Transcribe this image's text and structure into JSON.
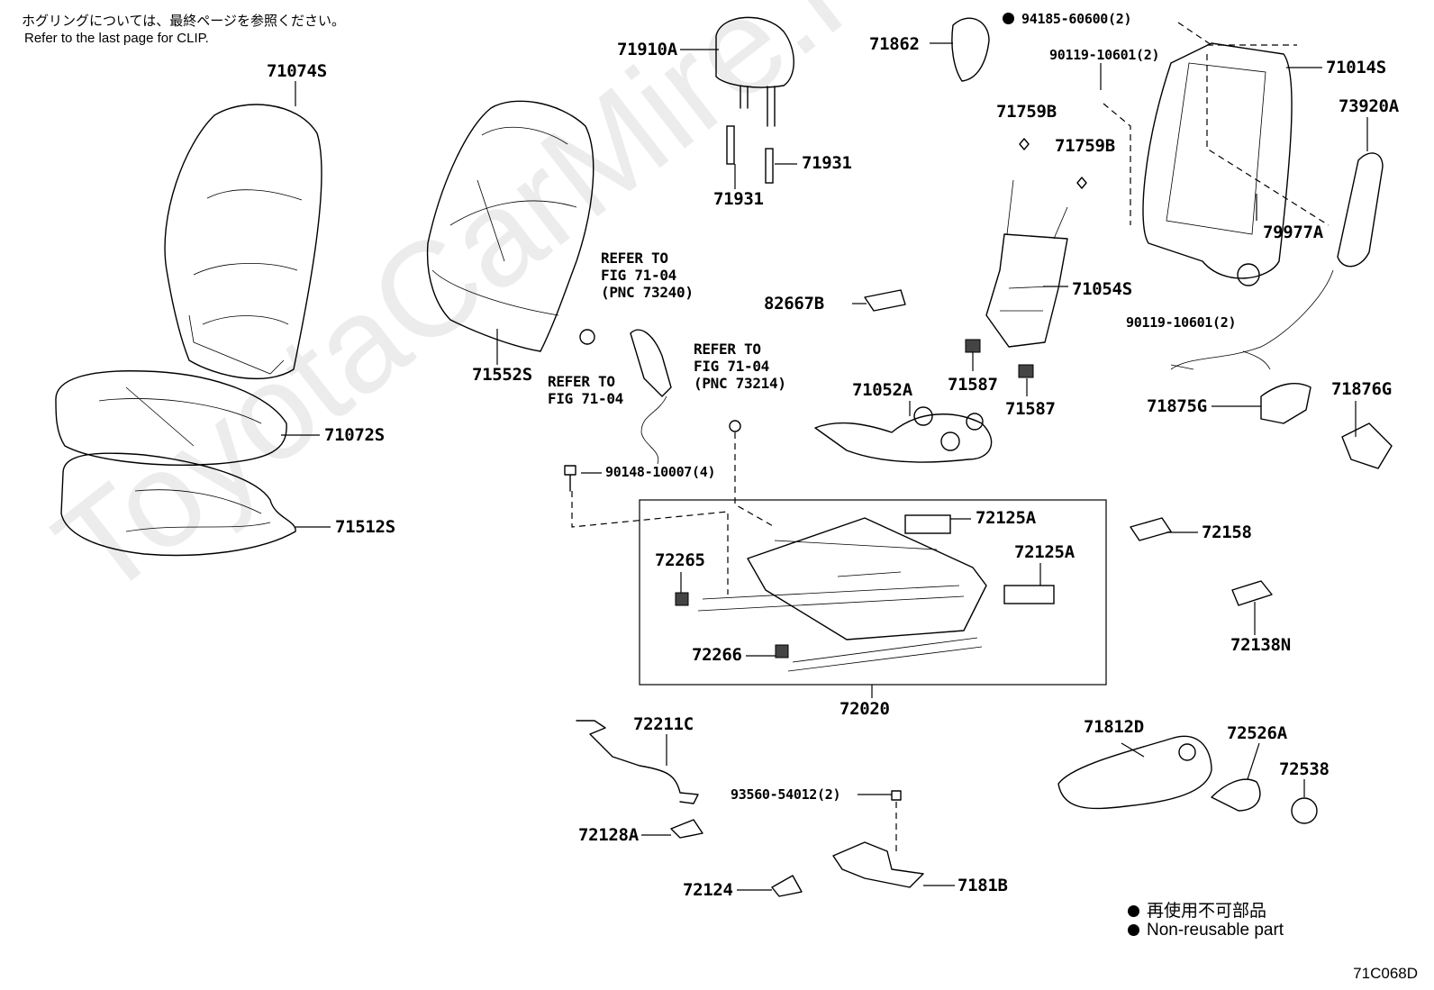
{
  "header": {
    "note_jp": "ホグリングについては、最終ページを参照ください。",
    "note_en": "Refer to the last page for CLIP."
  },
  "watermark": "ToyotaCarMire.ru",
  "parts": {
    "p71074S": "71074S",
    "p71072S": "71072S",
    "p71512S": "71512S",
    "p71552S": "71552S",
    "p71910A": "71910A",
    "p71931a": "71931",
    "p71931b": "71931",
    "p71862": "71862",
    "p94185": "94185-60600(2)",
    "p90119a": "90119-10601(2)",
    "p71014S": "71014S",
    "p73920A": "73920A",
    "p71759Ba": "71759B",
    "p71759Bb": "71759B",
    "p71054S": "71054S",
    "p79977A": "79977A",
    "p90119b": "90119-10601(2)",
    "p82667B": "82667B",
    "p71587a": "71587",
    "p71587b": "71587",
    "p71052A": "71052A",
    "p71875G": "71875G",
    "p71876G": "71876G",
    "p90148": "90148-10007(4)",
    "p72125Aa": "72125A",
    "p72125Ab": "72125A",
    "p72265": "72265",
    "p72266": "72266",
    "p72020": "72020",
    "p72158": "72158",
    "p72138N": "72138N",
    "p72211C": "72211C",
    "p72128A": "72128A",
    "p93560": "93560-54012(2)",
    "p72124": "72124",
    "p7181B": "7181B",
    "p71812D": "71812D",
    "p72526A": "72526A",
    "p72538": "72538"
  },
  "references": {
    "ref1": "REFER TO\nFIG 71-04\n(PNC 73240)",
    "ref2": "REFER TO\nFIG 71-04",
    "ref3": "REFER TO\nFIG 71-04\n(PNC 73214)"
  },
  "legend": {
    "jp": "再使用不可部品",
    "en": "Non-reusable part"
  },
  "figure_code": "71C068D"
}
